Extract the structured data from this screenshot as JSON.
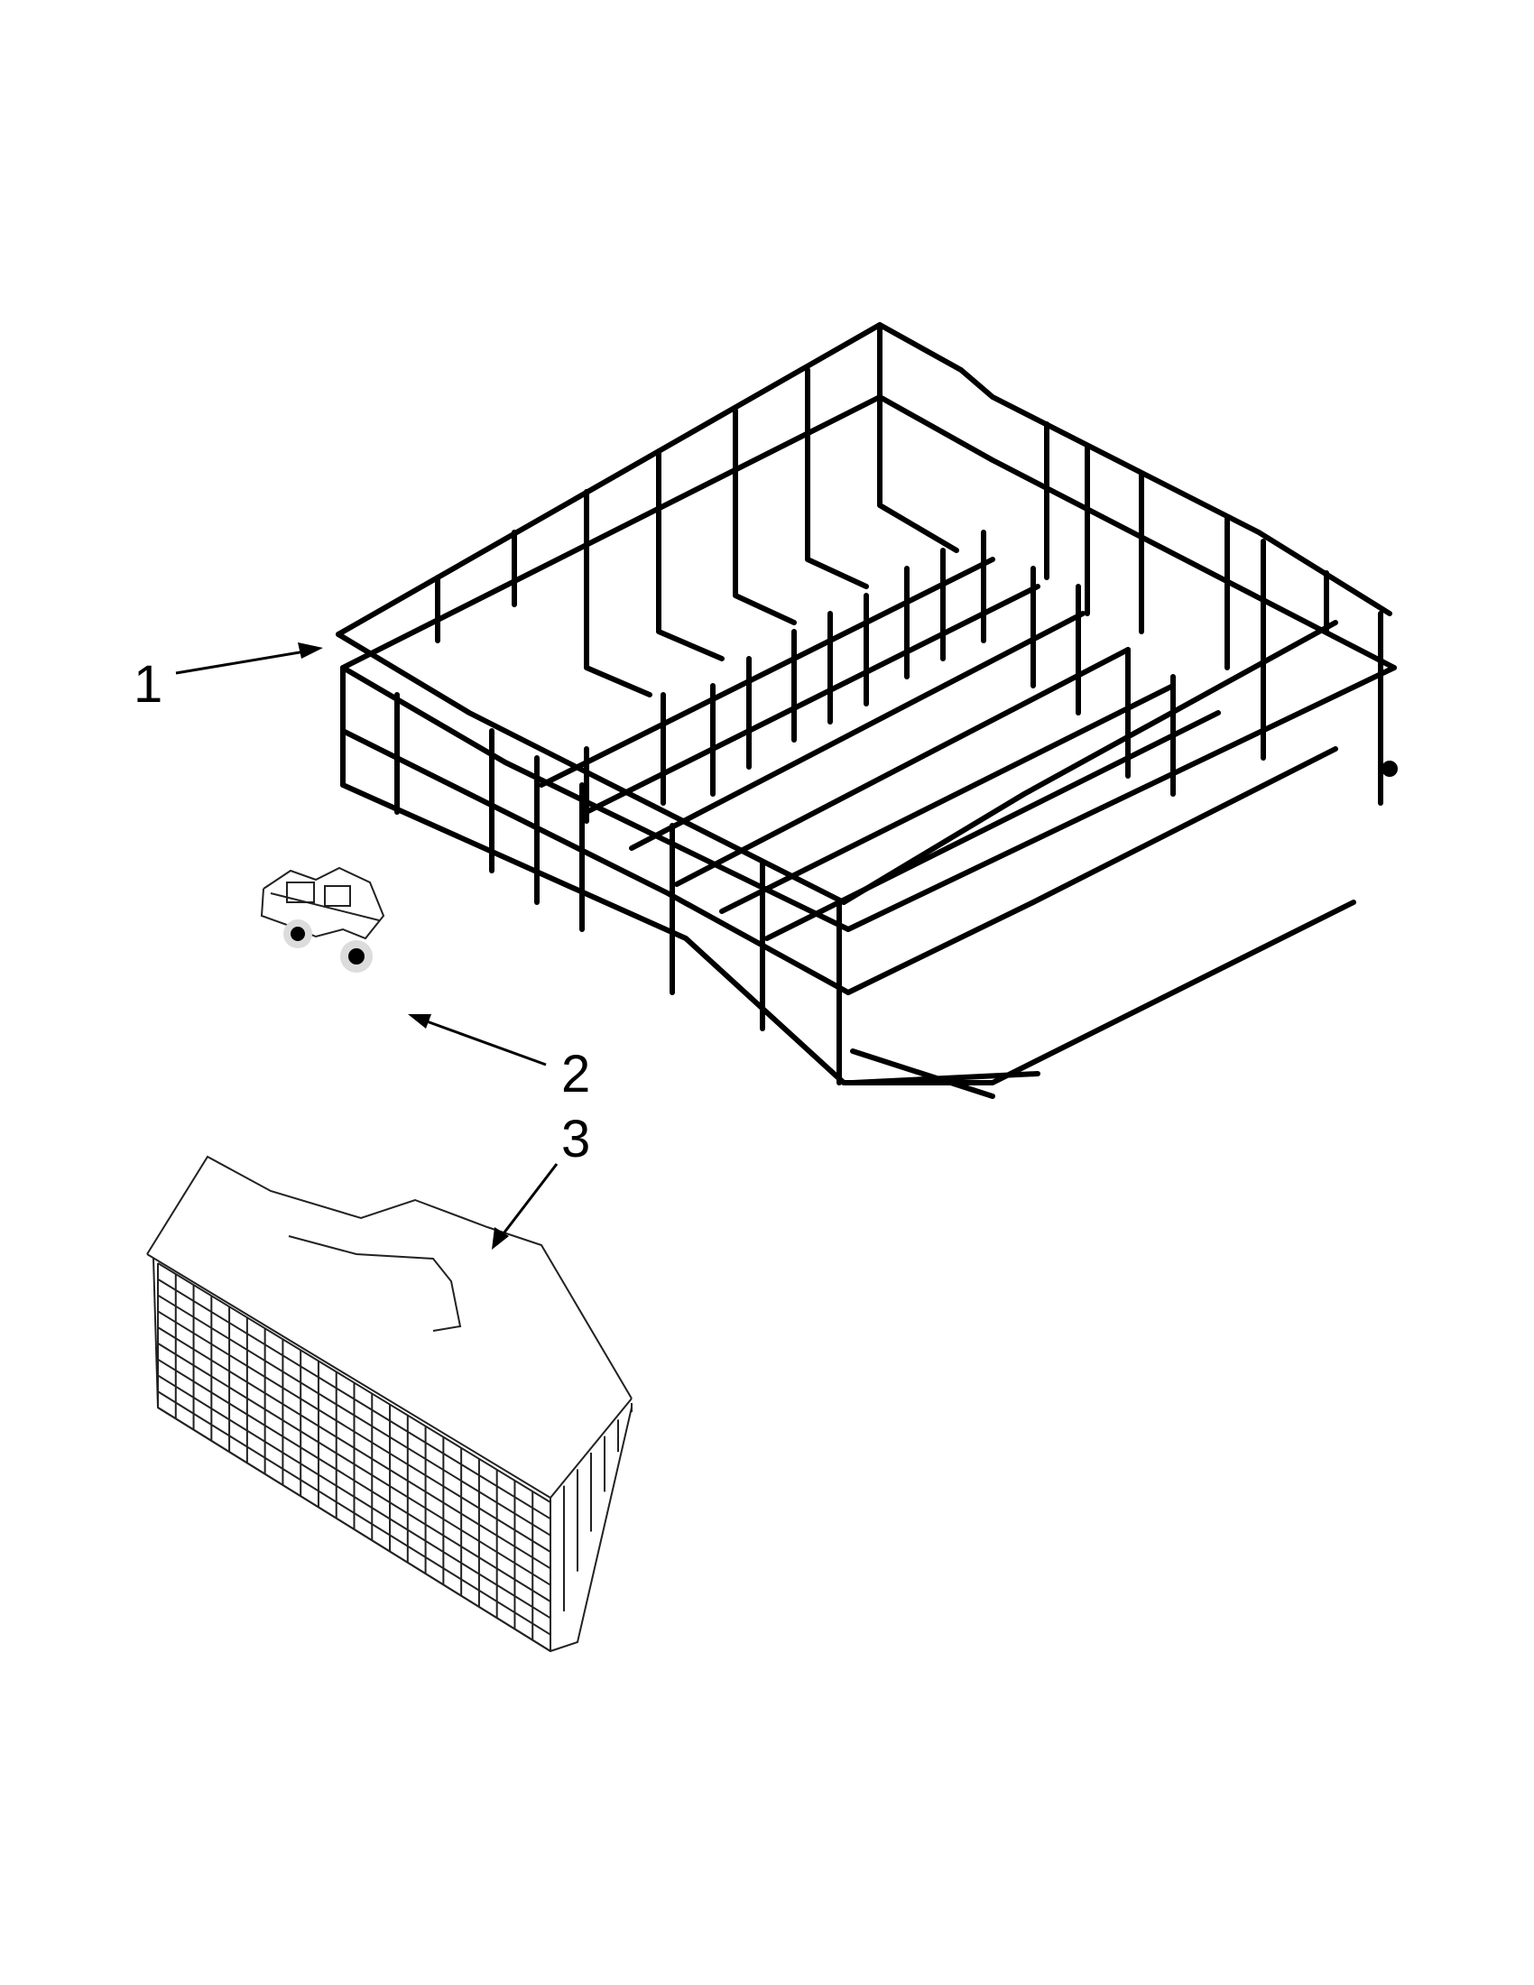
{
  "callouts": [
    {
      "id": 1,
      "label": "1"
    },
    {
      "id": 2,
      "label": "2"
    },
    {
      "id": 3,
      "label": "3"
    }
  ],
  "colors": {
    "ink": "#000000",
    "paper": "#ffffff"
  }
}
